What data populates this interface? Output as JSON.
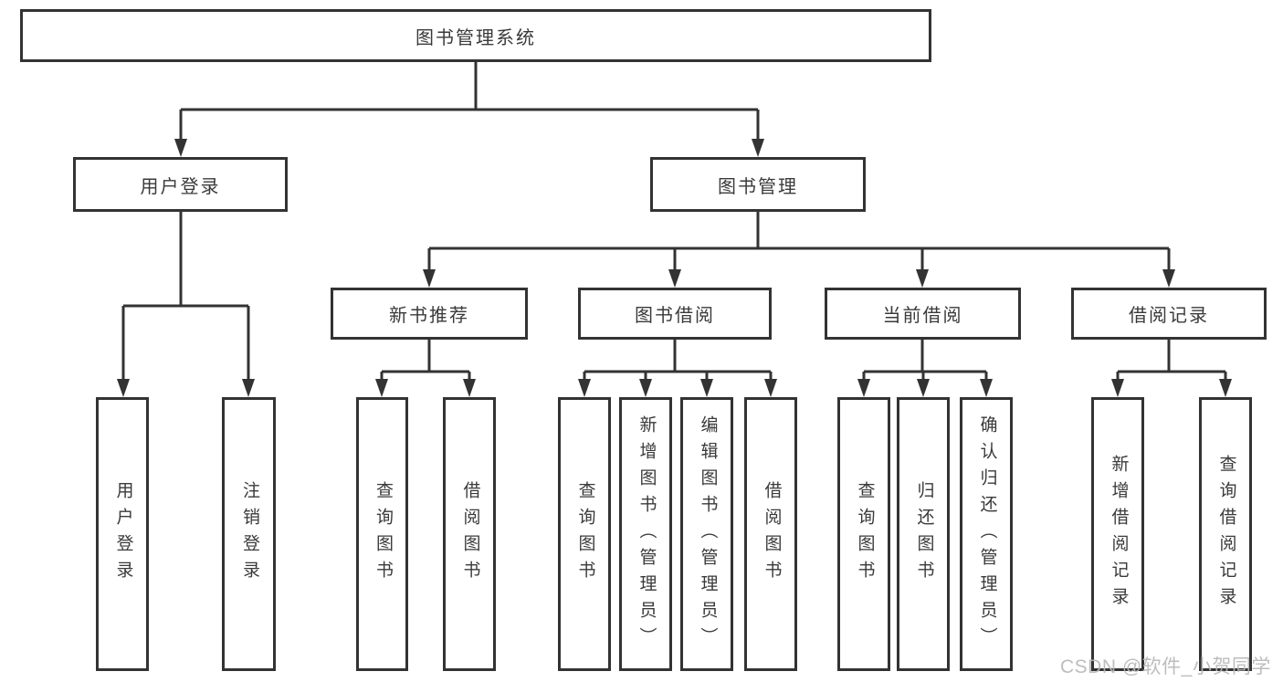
{
  "root": {
    "label": "图书管理系统"
  },
  "branches": [
    {
      "label": "用户登录",
      "children": [
        {
          "label": "用户登录"
        },
        {
          "label": "注销登录"
        }
      ]
    },
    {
      "label": "图书管理",
      "children": [
        {
          "label": "新书推荐",
          "children": [
            {
              "label": "查询图书"
            },
            {
              "label": "借阅图书"
            }
          ]
        },
        {
          "label": "图书借阅",
          "children": [
            {
              "label": "查询图书"
            },
            {
              "label": "新增图书（管理员）"
            },
            {
              "label": "编辑图书（管理员）"
            },
            {
              "label": "借阅图书"
            }
          ]
        },
        {
          "label": "当前借阅",
          "children": [
            {
              "label": "查询图书"
            },
            {
              "label": "归还图书"
            },
            {
              "label": "确认归还（管理员）"
            }
          ]
        },
        {
          "label": "借阅记录",
          "children": [
            {
              "label": "新增借阅记录"
            },
            {
              "label": "查询借阅记录"
            }
          ]
        }
      ]
    }
  ],
  "watermark": {
    "text": "CSDN @软件_小贺同学"
  },
  "colors": {
    "line": "#333333",
    "box_border": "#333333",
    "text": "#3a3a3a",
    "watermark": "#b7b7b7",
    "background": "#ffffff"
  }
}
